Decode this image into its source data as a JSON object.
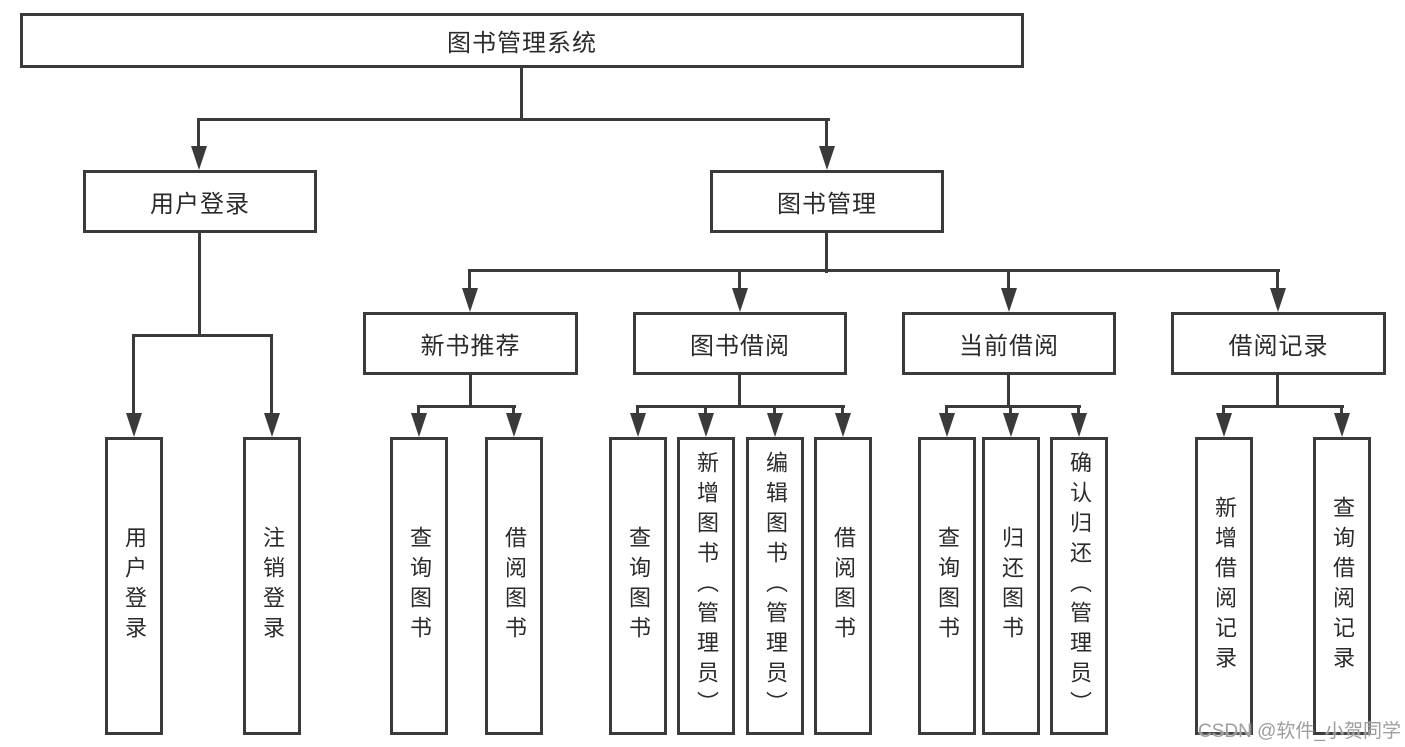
{
  "tree": {
    "root": {
      "label": "图书管理系统"
    },
    "level2": [
      {
        "label": "用户登录",
        "children": [
          {
            "label": "用户登录"
          },
          {
            "label": "注销登录"
          }
        ]
      },
      {
        "label": "图书管理",
        "children": [
          {
            "label": "新书推荐",
            "children": [
              {
                "label": "查询图书"
              },
              {
                "label": "借阅图书"
              }
            ]
          },
          {
            "label": "图书借阅",
            "children": [
              {
                "label": "查询图书"
              },
              {
                "label": "新增图书（管理员）"
              },
              {
                "label": "编辑图书（管理员）"
              },
              {
                "label": "借阅图书"
              }
            ]
          },
          {
            "label": "当前借阅",
            "children": [
              {
                "label": "查询图书"
              },
              {
                "label": "归还图书"
              },
              {
                "label": "确认归还（管理员）"
              }
            ]
          },
          {
            "label": "借阅记录",
            "children": [
              {
                "label": "新增借阅记录"
              },
              {
                "label": "查询借阅记录"
              }
            ]
          }
        ]
      }
    ]
  },
  "colors": {
    "line": "#3a3a3a",
    "text": "#2b2b2b",
    "watermark": "#9e9e9e",
    "background": "#ffffff"
  },
  "watermark": {
    "text": "CSDN @软件_小贺同学"
  }
}
